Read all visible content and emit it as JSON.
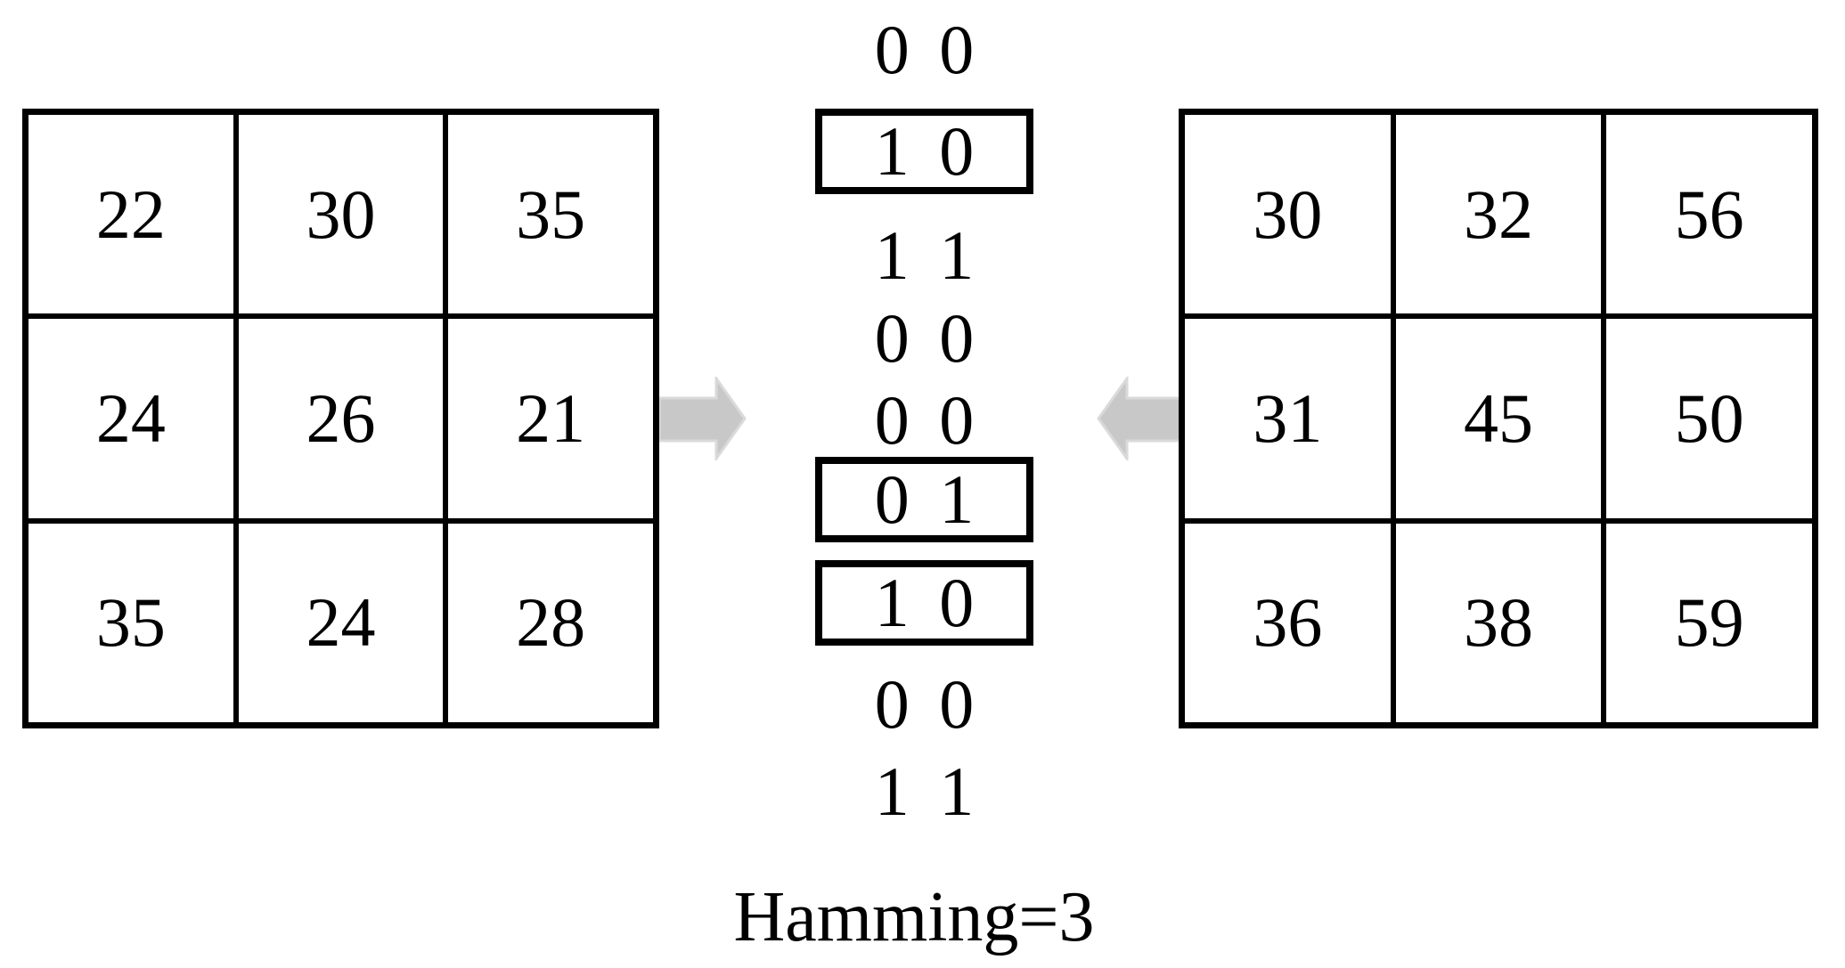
{
  "figure": {
    "left_grid": {
      "rows": [
        [
          "22",
          "30",
          "35"
        ],
        [
          "24",
          "26",
          "21"
        ],
        [
          "35",
          "24",
          "28"
        ]
      ]
    },
    "right_grid": {
      "rows": [
        [
          "30",
          "32",
          "56"
        ],
        [
          "31",
          "45",
          "50"
        ],
        [
          "36",
          "38",
          "59"
        ]
      ]
    },
    "bit_pairs": [
      {
        "bits": "0 0",
        "boxed": false
      },
      {
        "bits": "1 0",
        "boxed": true
      },
      {
        "bits": "1 1",
        "boxed": false
      },
      {
        "bits": "0 0",
        "boxed": false
      },
      {
        "bits": "0 0",
        "boxed": false
      },
      {
        "bits": "0 1",
        "boxed": true
      },
      {
        "bits": "1 0",
        "boxed": true
      },
      {
        "bits": "0 0",
        "boxed": false
      },
      {
        "bits": "1 1",
        "boxed": false
      }
    ],
    "caption": "Hamming=3",
    "icons": {
      "left_to_center": "right-block-arrow-icon",
      "right_to_center": "left-block-arrow-icon"
    },
    "colors": {
      "line": "#000000",
      "text": "#000000",
      "background": "#ffffff",
      "arrow_fill": "#c8c8c8",
      "arrow_outline": "#dadada"
    }
  }
}
